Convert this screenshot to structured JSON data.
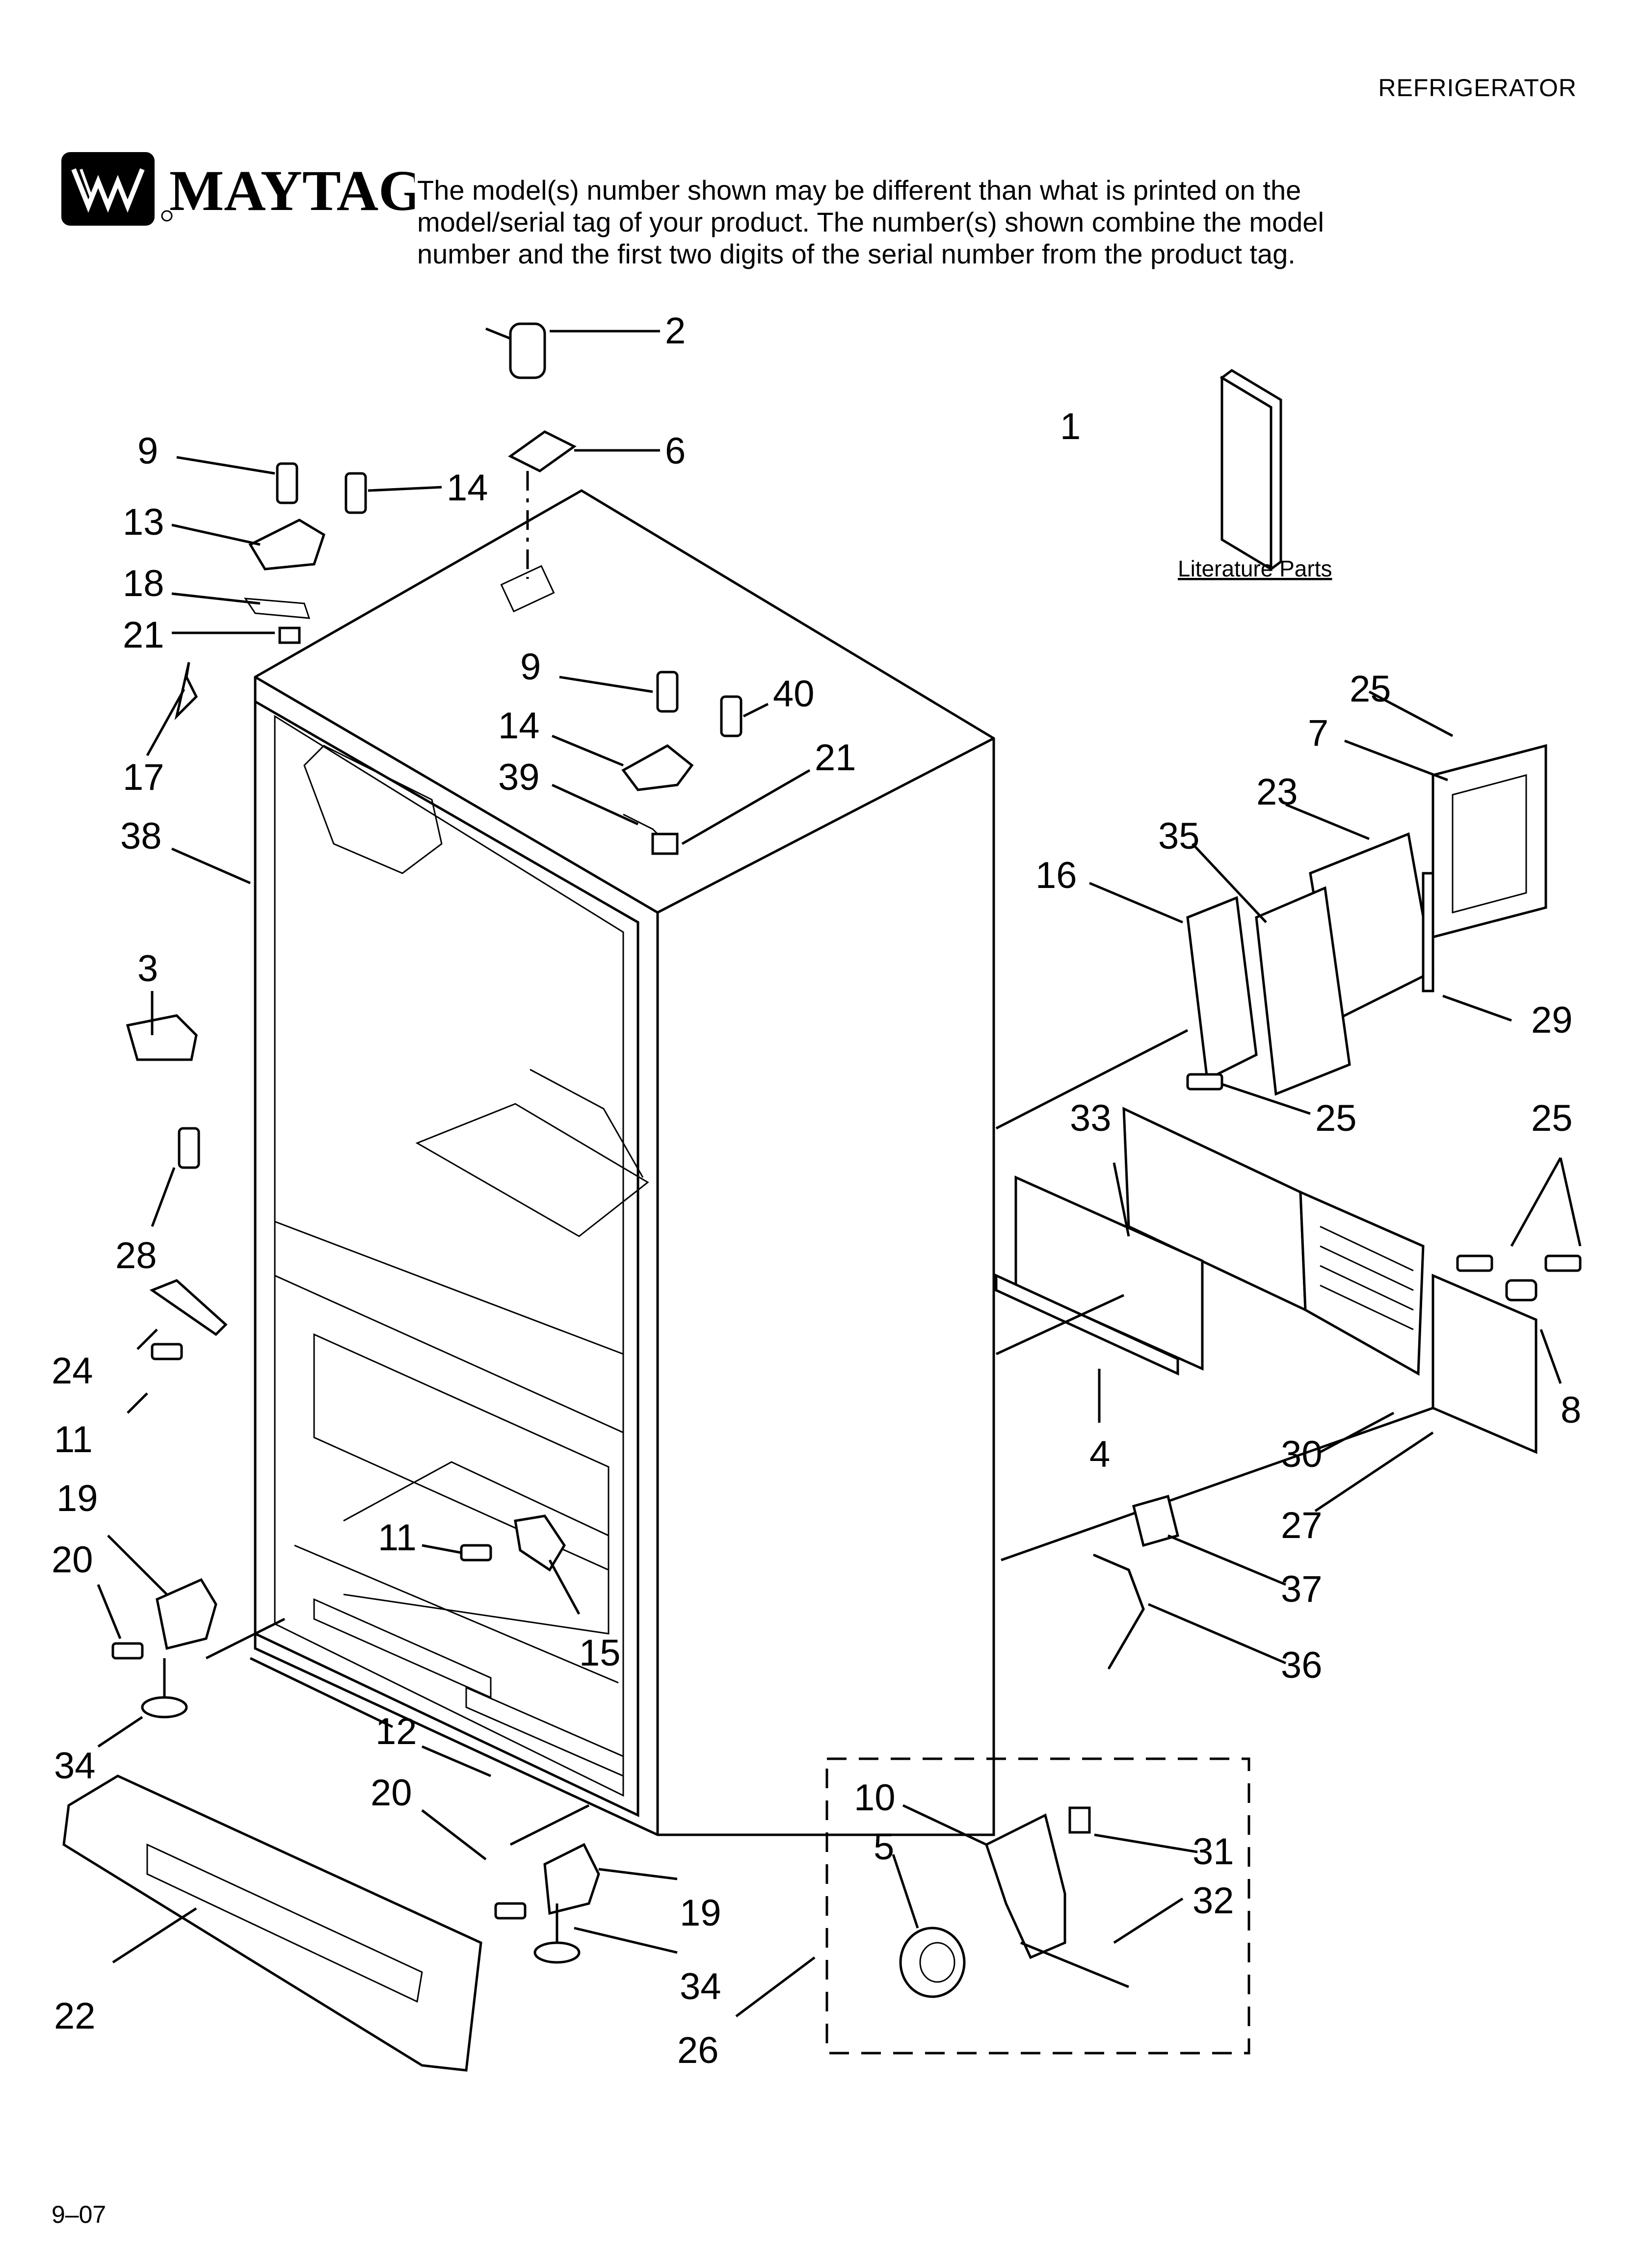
{
  "header": {
    "category": "REFRIGERATOR",
    "brand": "MAYTAG",
    "notice": "The model(s) number shown may be different than what is printed on the model/serial tag of your product. The number(s) shown combine the model number and the first two digits of the serial number from the product tag."
  },
  "literature_caption": "Literature Parts",
  "callouts": [
    "1",
    "2",
    "6",
    "9",
    "14",
    "13",
    "18",
    "21",
    "17",
    "38",
    "9",
    "40",
    "14",
    "39",
    "21",
    "25",
    "7",
    "23",
    "35",
    "16",
    "29",
    "3",
    "25",
    "33",
    "25",
    "28",
    "24",
    "11",
    "4",
    "30",
    "8",
    "27",
    "19",
    "20",
    "11",
    "15",
    "37",
    "36",
    "34",
    "12",
    "20",
    "10",
    "31",
    "5",
    "32",
    "19",
    "34",
    "22",
    "26"
  ],
  "footer": {
    "date_code": "9–07"
  }
}
